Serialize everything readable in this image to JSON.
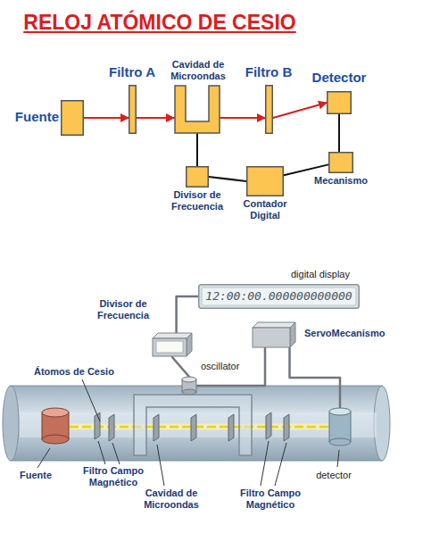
{
  "diagram": {
    "title": "RELOJ ATÓMICO DE CESIO",
    "nodes": [
      {
        "text": [
          "Fuente"
        ]
      },
      {
        "text": [
          "Filtro A"
        ]
      },
      {
        "text": [
          "Cavidad de Microondas"
        ]
      },
      {
        "text": [
          "Filtro B"
        ]
      },
      {
        "text": [
          "Detector"
        ]
      },
      {
        "text": [
          "Divisor de Frecuencia"
        ]
      },
      {
        "text": [
          "Contador Digital"
        ]
      },
      {
        "text": [
          "Mecanismo"
        ]
      },
      {
        "text": [
          "digital display",
          "12:00:00.000000000000"
        ]
      },
      {
        "text": [
          "Divisor de Frecuencia"
        ]
      },
      {
        "text": [
          "oscillator"
        ]
      },
      {
        "text": [
          "ServoMecanismo"
        ]
      },
      {
        "text": [
          "Fuente"
        ]
      },
      {
        "text": [
          "Cavidad de Microondas"
        ]
      },
      {
        "text": [
          "detector"
        ]
      }
    ],
    "edges": [
      {
        "from": 0,
        "to": 1,
        "arrow": "to"
      },
      {
        "from": 1,
        "to": 2,
        "arrow": "to"
      },
      {
        "from": 2,
        "to": 3,
        "arrow": "to"
      },
      {
        "from": 3,
        "to": 4,
        "arrow": "to"
      },
      {
        "from": 2,
        "to": 5,
        "arrow": "none"
      },
      {
        "from": 5,
        "to": 6,
        "arrow": "none"
      },
      {
        "from": 6,
        "to": 7,
        "arrow": "none"
      },
      {
        "from": 4,
        "to": 7,
        "arrow": "none"
      },
      {
        "from": 8,
        "to": 9,
        "arrow": "none"
      },
      {
        "from": 9,
        "to": 10,
        "arrow": "none"
      },
      {
        "from": 10,
        "to": 11,
        "arrow": "none"
      },
      {
        "from": 11,
        "to": 14,
        "arrow": "none"
      }
    ],
    "labels": [
      "Átomos de Cesio",
      "Filtro Campo Magnético",
      "Filtro Campo Magnético"
    ]
  }
}
